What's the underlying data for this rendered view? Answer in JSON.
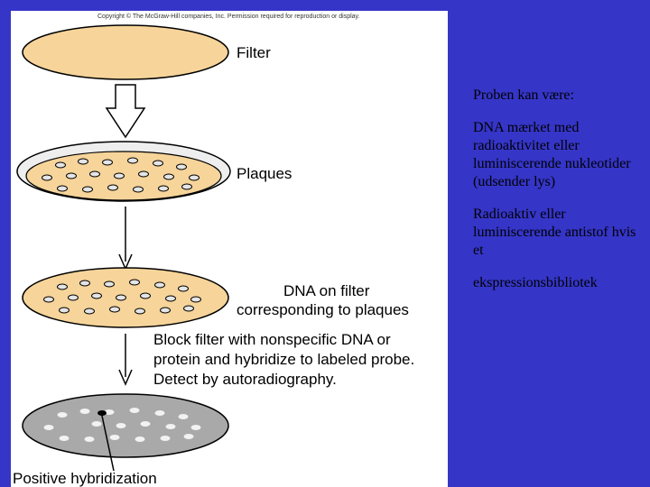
{
  "figure": {
    "copyright": "Copyright © The McGraw-Hill companies, Inc. Permission required for reproduction or display.",
    "labels": {
      "filter": "Filter",
      "plaques": "Plaques",
      "dna_line1": "DNA on filter",
      "dna_line2": "corresponding to plaques",
      "block_line1": "Block filter with nonspecific DNA or",
      "block_line2": "protein and hybridize to labeled probe.",
      "block_line3": "Detect by autoradiography.",
      "positive": "Positive hybridization"
    },
    "colors": {
      "filter_fill": "#f6d49a",
      "dish_fill": "#eeeeee",
      "membrane_fill": "#a9a9a9",
      "plaque_fill": "#e5e5e5",
      "background": "#3535c8"
    }
  },
  "notes": {
    "heading": "Proben kan være:",
    "item1": "DNA mærket med radioaktivitet eller luminiscerende nukleotider (udsender lys)",
    "item2": "Radioaktiv eller luminiscerende antistof hvis et",
    "item3": "ekspressionsbibliotek"
  }
}
